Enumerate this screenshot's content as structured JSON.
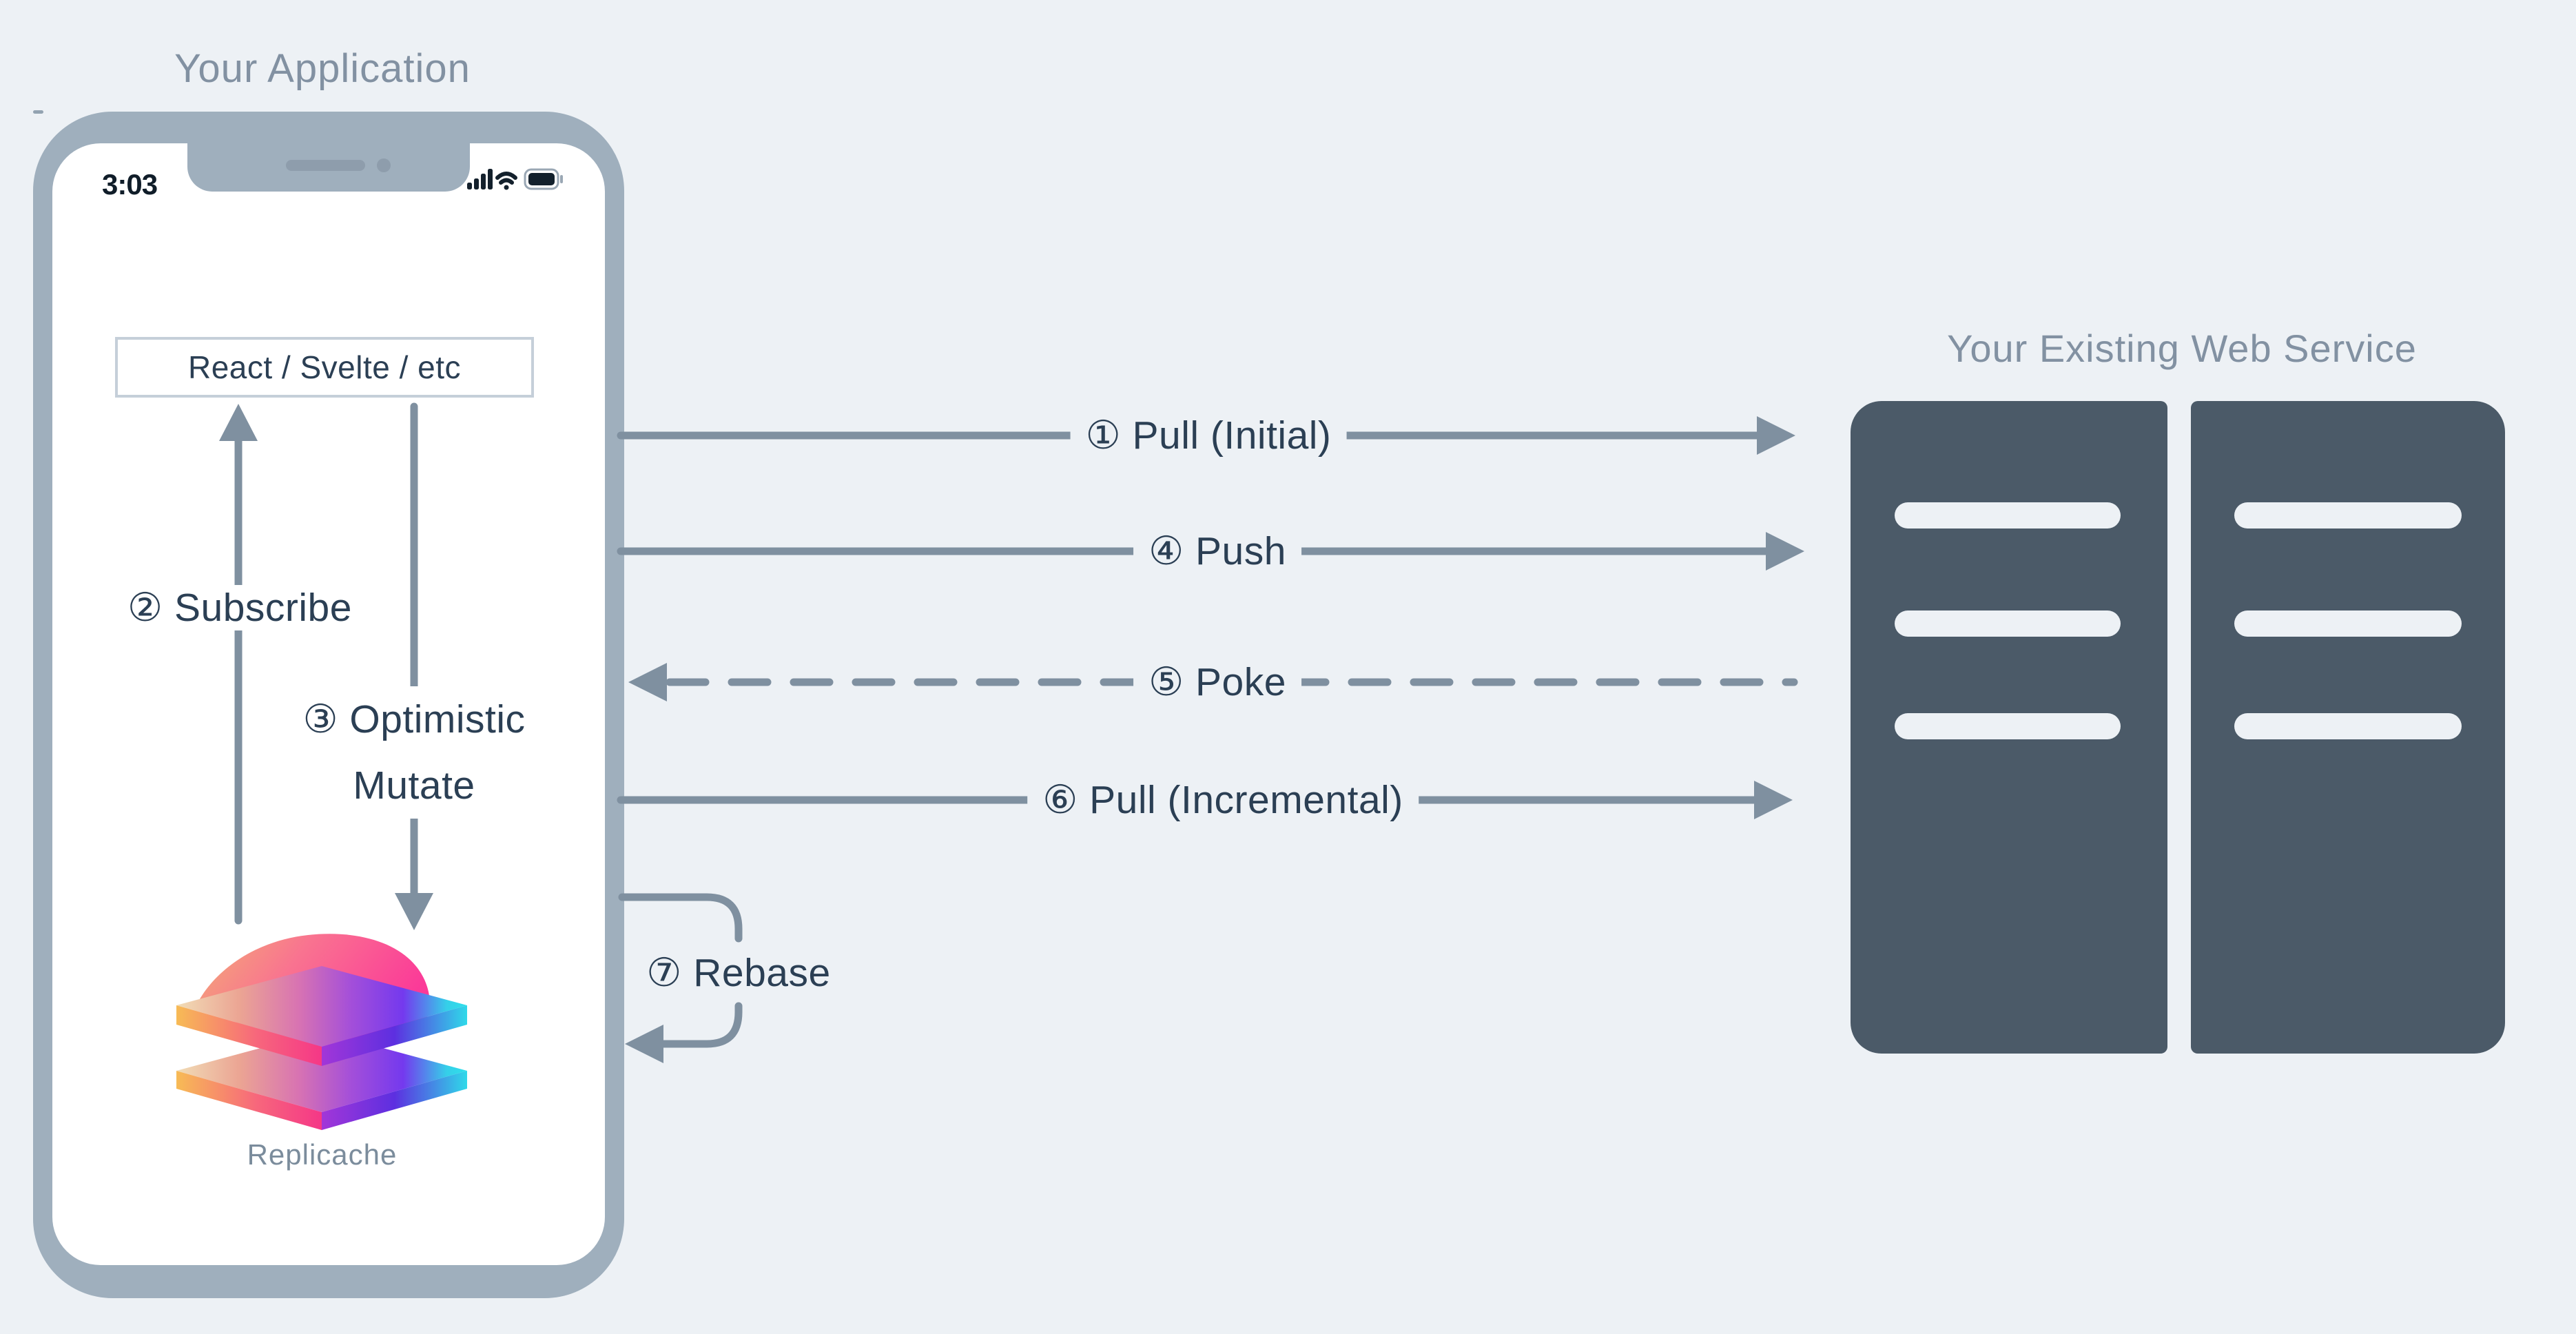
{
  "diagram": {
    "app": {
      "title": "Your Application",
      "status_bar": {
        "time": "3:03"
      },
      "framework_box": {
        "label": "React / Svelte / etc"
      },
      "flows": {
        "subscribe": {
          "label": "② Subscribe",
          "direction": "up"
        },
        "optimistic": {
          "line1": "③ Optimistic",
          "line2": "Mutate",
          "direction": "down"
        }
      },
      "library": {
        "caption": "Replicache"
      }
    },
    "network": {
      "pull_initial": {
        "label": "① Pull (Initial)",
        "style": "solid",
        "direction": "to-server"
      },
      "push": {
        "label": "④ Push",
        "style": "solid",
        "direction": "to-server"
      },
      "poke": {
        "label": "⑤ Poke",
        "style": "dashed",
        "direction": "to-app"
      },
      "pull_incremental": {
        "label": "⑥ Pull (Incremental)",
        "style": "solid",
        "direction": "to-server"
      },
      "rebase": {
        "label": "⑦ Rebase",
        "style": "loop",
        "direction": "back-to-app"
      }
    },
    "service": {
      "title": "Your Existing Web Service",
      "racks": 2,
      "slots_per_rack": 3
    },
    "colors": {
      "background": "#edf1f5",
      "phone_frame": "#9fafbd",
      "server": "#4b5a68",
      "line": "#7f90a0",
      "text_dark": "#2b3f54",
      "text_muted": "#8291a2"
    }
  }
}
